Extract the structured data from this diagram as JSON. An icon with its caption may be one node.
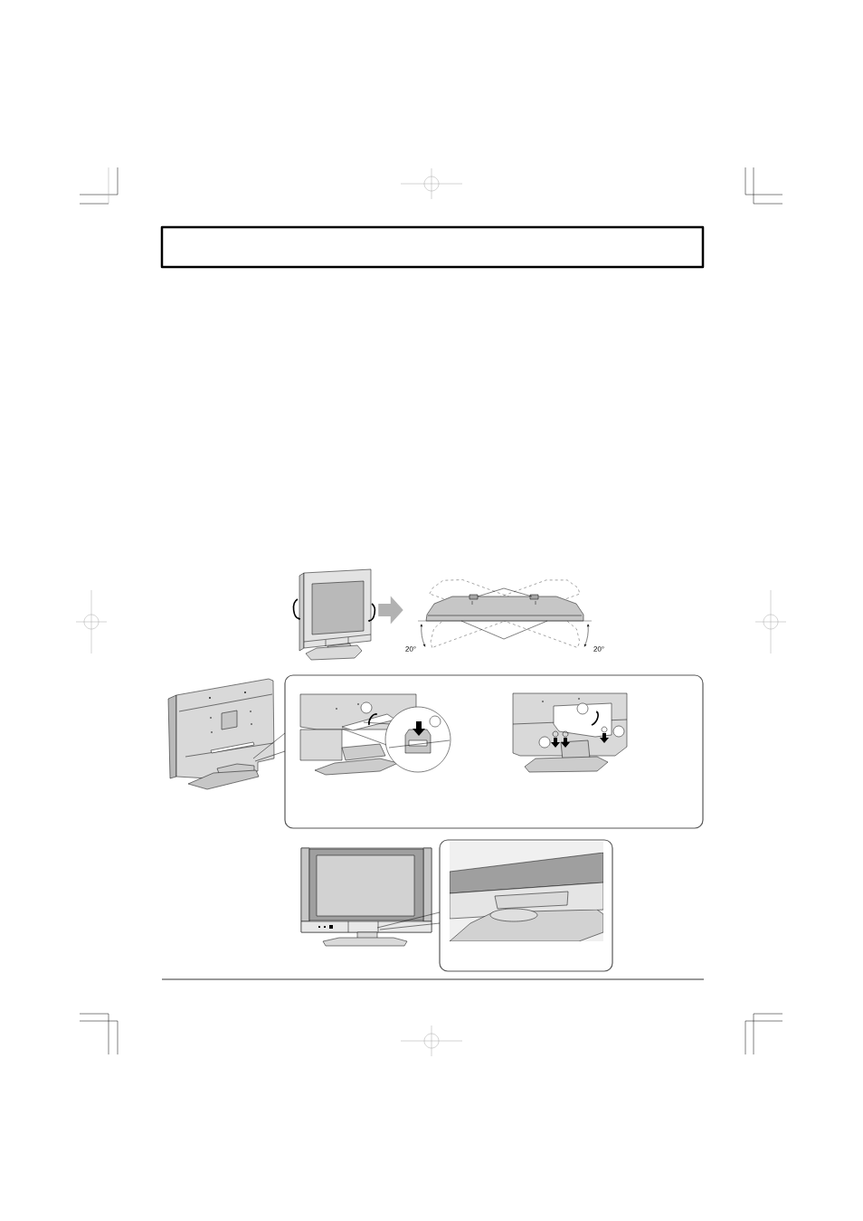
{
  "diagram": {
    "nodes": [
      {
        "text": [],
        "shape": "picture"
      },
      {
        "text": [],
        "shape": "picture"
      }
    ],
    "edges": [
      {
        "from": 0,
        "to": 1,
        "arrow": "to"
      }
    ],
    "labels": [
      "20°",
      "20°"
    ]
  }
}
